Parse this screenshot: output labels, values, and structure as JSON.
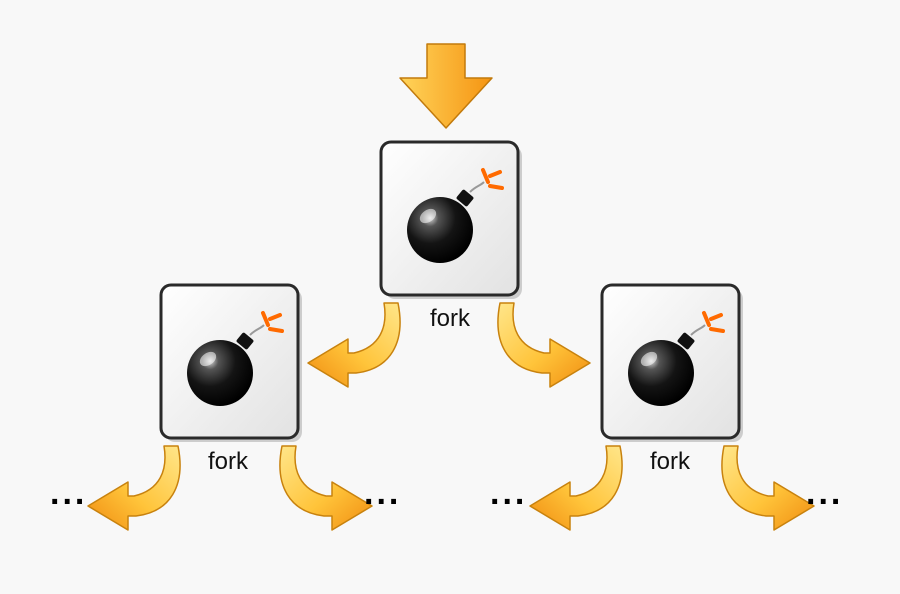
{
  "nodes": [
    {
      "id": "root",
      "label": "fork",
      "icon": "bomb-icon"
    },
    {
      "id": "left",
      "label": "fork",
      "icon": "bomb-icon"
    },
    {
      "id": "right",
      "label": "fork",
      "icon": "bomb-icon"
    }
  ],
  "ellipsis": [
    "...",
    "...",
    "...",
    "..."
  ],
  "colors": {
    "background": "#f8f8f8",
    "arrow_light": "#ffe06a",
    "arrow_dark": "#f59b12",
    "arrow_stroke": "#c8820e",
    "box_border": "#2a2a2a",
    "box_fill": "#f1f1f1",
    "bomb": "#111111",
    "spark": "#ff6a00"
  },
  "icons": [
    "entry-arrow-icon",
    "curved-arrow-icon",
    "bomb-icon"
  ]
}
